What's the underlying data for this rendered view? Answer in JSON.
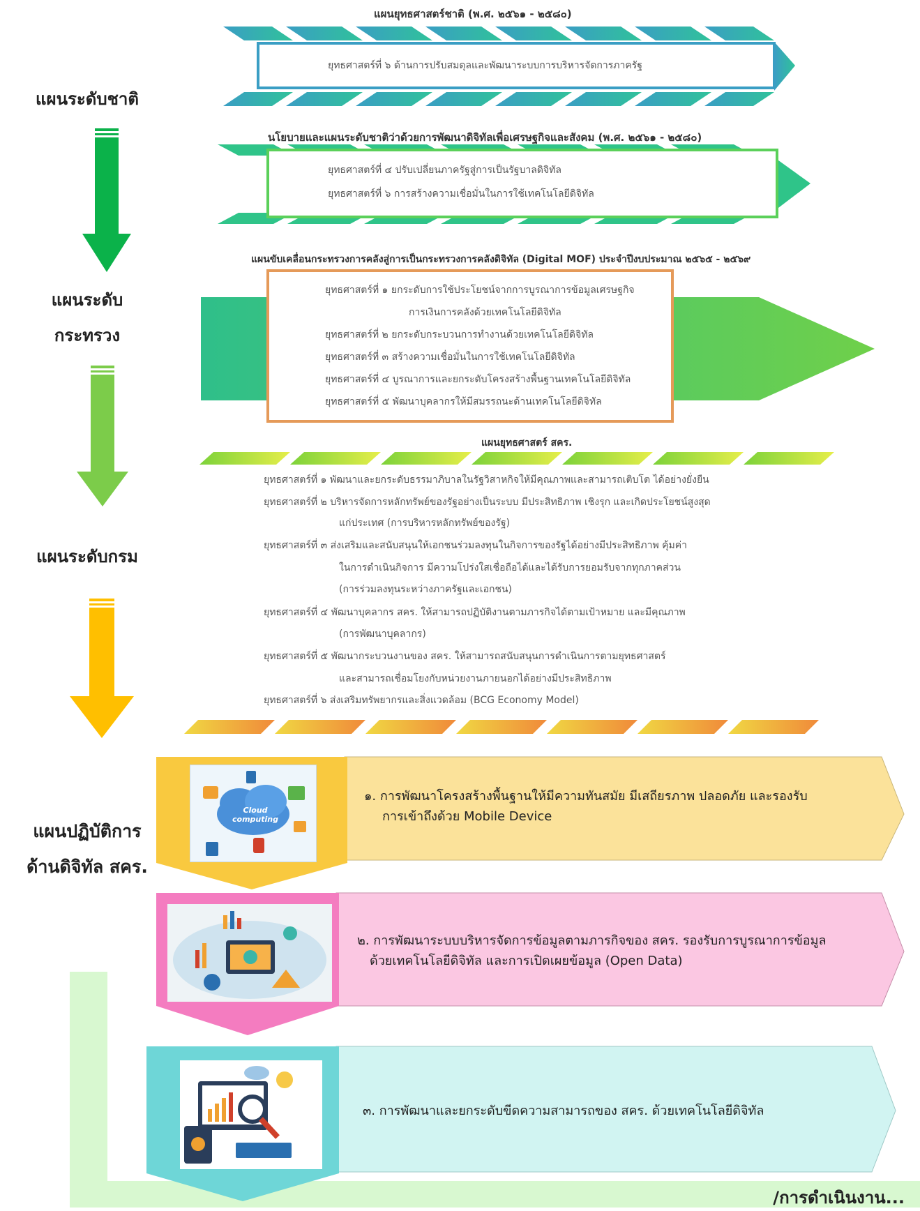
{
  "left_labels": {
    "national": "แผนระดับชาติ",
    "ministry_line1": "แผนระดับ",
    "ministry_line2": "กระทรวง",
    "department": "แผนระดับกรม",
    "action_line1": "แผนปฏิบัติการ",
    "action_line2": "ด้านดิจิทัล สคร."
  },
  "national_strategy": {
    "title": "แผนยุทธศาสตร์ชาติ (พ.ศ. ๒๕๖๑ - ๒๕๘๐)",
    "item": "ยุทธศาสตร์ที่ ๖ ด้านการปรับสมดุลและพัฒนาระบบการบริหารจัดการภาครัฐ"
  },
  "digital_policy": {
    "title": "นโยบายและแผนระดับชาติว่าด้วยการพัฒนาดิจิทัลเพื่อเศรษฐกิจและสังคม (พ.ศ. ๒๕๖๑ - ๒๕๘๐)",
    "items": [
      "ยุทธศาสตร์ที่ ๔ ปรับเปลี่ยนภาครัฐสู่การเป็นรัฐบาลดิจิทัล",
      "ยุทธศาสตร์ที่ ๖ การสร้างความเชื่อมั่นในการใช้เทคโนโลยีดิจิทัล"
    ]
  },
  "digital_mof": {
    "title": "แผนขับเคลื่อนกระทรวงการคลังสู่การเป็นกระทรวงการคลังดิจิทัล (Digital MOF) ประจำปีงบประมาณ ๒๕๖๕ - ๒๕๖๙",
    "items": [
      "ยุทธศาสตร์ที่ ๑ ยกระดับการใช้ประโยชน์จากการบูรณาการข้อมูลเศรษฐกิจ",
      "การเงินการคลังด้วยเทคโนโลยีดิจิทัล",
      "ยุทธศาสตร์ที่ ๒ ยกระดับกระบวนการทำงานด้วยเทคโนโลยีดิจิทัล",
      "ยุทธศาสตร์ที่ ๓ สร้างความเชื่อมั่นในการใช้เทคโนโลยีดิจิทัล",
      "ยุทธศาสตร์ที่ ๔ บูรณาการและยกระดับโครงสร้างพื้นฐานเทคโนโลยีดิจิทัล",
      "ยุทธศาสตร์ที่ ๕ พัฒนาบุคลากรให้มีสมรรถนะด้านเทคโนโลยีดิจิทัล"
    ]
  },
  "sor_kor_ror_strategy": {
    "title": "แผนยุทธศาสตร์ สคร.",
    "items": [
      "ยุทธศาสตร์ที่ ๑ พัฒนาและยกระดับธรรมาภิบาลในรัฐวิสาหกิจให้มีคุณภาพและสามารถเติบโต ได้อย่างยั่งยืน",
      "ยุทธศาสตร์ที่ ๒ บริหารจัดการหลักทรัพย์ของรัฐอย่างเป็นระบบ มีประสิทธิภาพ เชิงรุก และเกิดประโยชน์สูงสุด",
      "แก่ประเทศ (การบริหารหลักทรัพย์ของรัฐ)",
      "ยุทธศาสตร์ที่ ๓ ส่งเสริมและสนับสนุนให้เอกชนร่วมลงทุนในกิจการของรัฐได้อย่างมีประสิทธิภาพ คุ้มค่า",
      "ในการดำเนินกิจการ มีความโปร่งใสเชื่อถือได้และได้รับการยอมรับจากทุกภาคส่วน",
      "(การร่วมลงทุนระหว่างภาครัฐและเอกชน)",
      "ยุทธศาสตร์ที่ ๔ พัฒนาบุคลากร สคร. ให้สามารถปฏิบัติงานตามภารกิจได้ตามเป้าหมาย และมีคุณภาพ",
      "(การพัฒนาบุคลากร)",
      "ยุทธศาสตร์ที่ ๕ พัฒนากระบวนงานของ สคร. ให้สามารถสนับสนุนการดำเนินการตามยุทธศาสตร์",
      "และสามารถเชื่อมโยงกับหน่วยงานภายนอกได้อย่างมีประสิทธิภาพ",
      "ยุทธศาสตร์ที่ ๖ ส่งเสริมทรัพยากรและสิ่งแวดล้อม (BCG Economy Model)"
    ]
  },
  "action_items": [
    {
      "line1": "๑. การพัฒนาโครงสร้างพื้นฐานให้มีความทันสมัย มีเสถียรภาพ ปลอดภัย และรองรับ",
      "line2": "การเข้าถึงด้วย Mobile Device",
      "image_label": "Cloud computing"
    },
    {
      "line1": "๒. การพัฒนาระบบบริหารจัดการข้อมูลตามภารกิจของ สคร. รองรับการบูรณาการข้อมูล",
      "line2": "ด้วยเทคโนโลยีดิจิทัล และการเปิดเผยข้อมูล (Open Data)"
    },
    {
      "line1": "๓. การพัฒนาและยกระดับขีดความสามารถของ สคร. ด้วยเทคโนโลยีดิจิทัล",
      "line2": ""
    }
  ],
  "footer_text": "/การดำเนินงาน...",
  "colors": {
    "arrow_green_dark": "#0bb24a",
    "arrow_green_light": "#7ccc4a",
    "arrow_orange": "#ffbf00",
    "band_teal": "#2fb3a6",
    "band_green": "#2fc489",
    "band_lime": "#9ad54a",
    "action1_bg": "#fbe29a",
    "action1_tab": "#f9c93f",
    "action2_bg": "#fbc7e2",
    "action2_tab": "#f47cc0",
    "action3_bg": "#d1f4f2",
    "action3_tab": "#6ed6d7",
    "footer_bg": "#d8f8d0"
  }
}
